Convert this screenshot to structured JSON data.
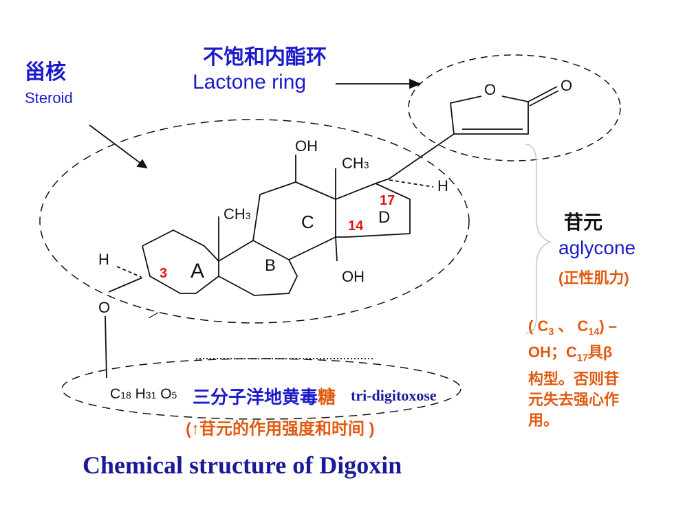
{
  "header": {
    "steroid_cn": "甾核",
    "steroid_en": "Steroid",
    "lactone_cn": "不饱和内酯环",
    "lactone_en": "Lactone ring"
  },
  "molecule": {
    "lactone_o_ring": "O",
    "lactone_o_carbonyl": "O",
    "oh_top": "OH",
    "ch3_top": "CH",
    "ch3_top_sub": "3",
    "h_right": "H",
    "ch3_mid": "CH",
    "ch3_mid_sub": "3",
    "ring_a": "A",
    "ring_b": "B",
    "ring_c": "C",
    "ring_d": "D",
    "oh_bottom": "OH",
    "h_left": "H",
    "o_glycoside": "O",
    "pos_3": "3",
    "pos_14": "14",
    "pos_17": "17"
  },
  "aglycone": {
    "title_cn": "苷元",
    "title_en": "aglycone",
    "effect": "(正性肌力)",
    "note_line1_a": "( C",
    "note_line1_sub3": "3",
    "note_line1_b": " 、 C",
    "note_line1_sub14": "14",
    "note_line1_c": ") –",
    "note_line2_a": "OH；C",
    "note_line2_sub17": "17",
    "note_line2_b": "具β",
    "note_line3": "构型。否则苷",
    "note_line4": "元失去强心作",
    "note_line5": "用。"
  },
  "sugar": {
    "formula_c": "C",
    "formula_c_sub": "18",
    "formula_h": "H",
    "formula_h_sub": "31",
    "formula_o": "O",
    "formula_o_sub": "5",
    "name_cn_blue": "三分子洋地黄毒",
    "name_cn_orange": "糖",
    "name_en": "tri-digitoxose",
    "effect": "(↑苷元的作用强度和时间 )"
  },
  "footer": {
    "title": "Chemical structure of Digoxin"
  }
}
